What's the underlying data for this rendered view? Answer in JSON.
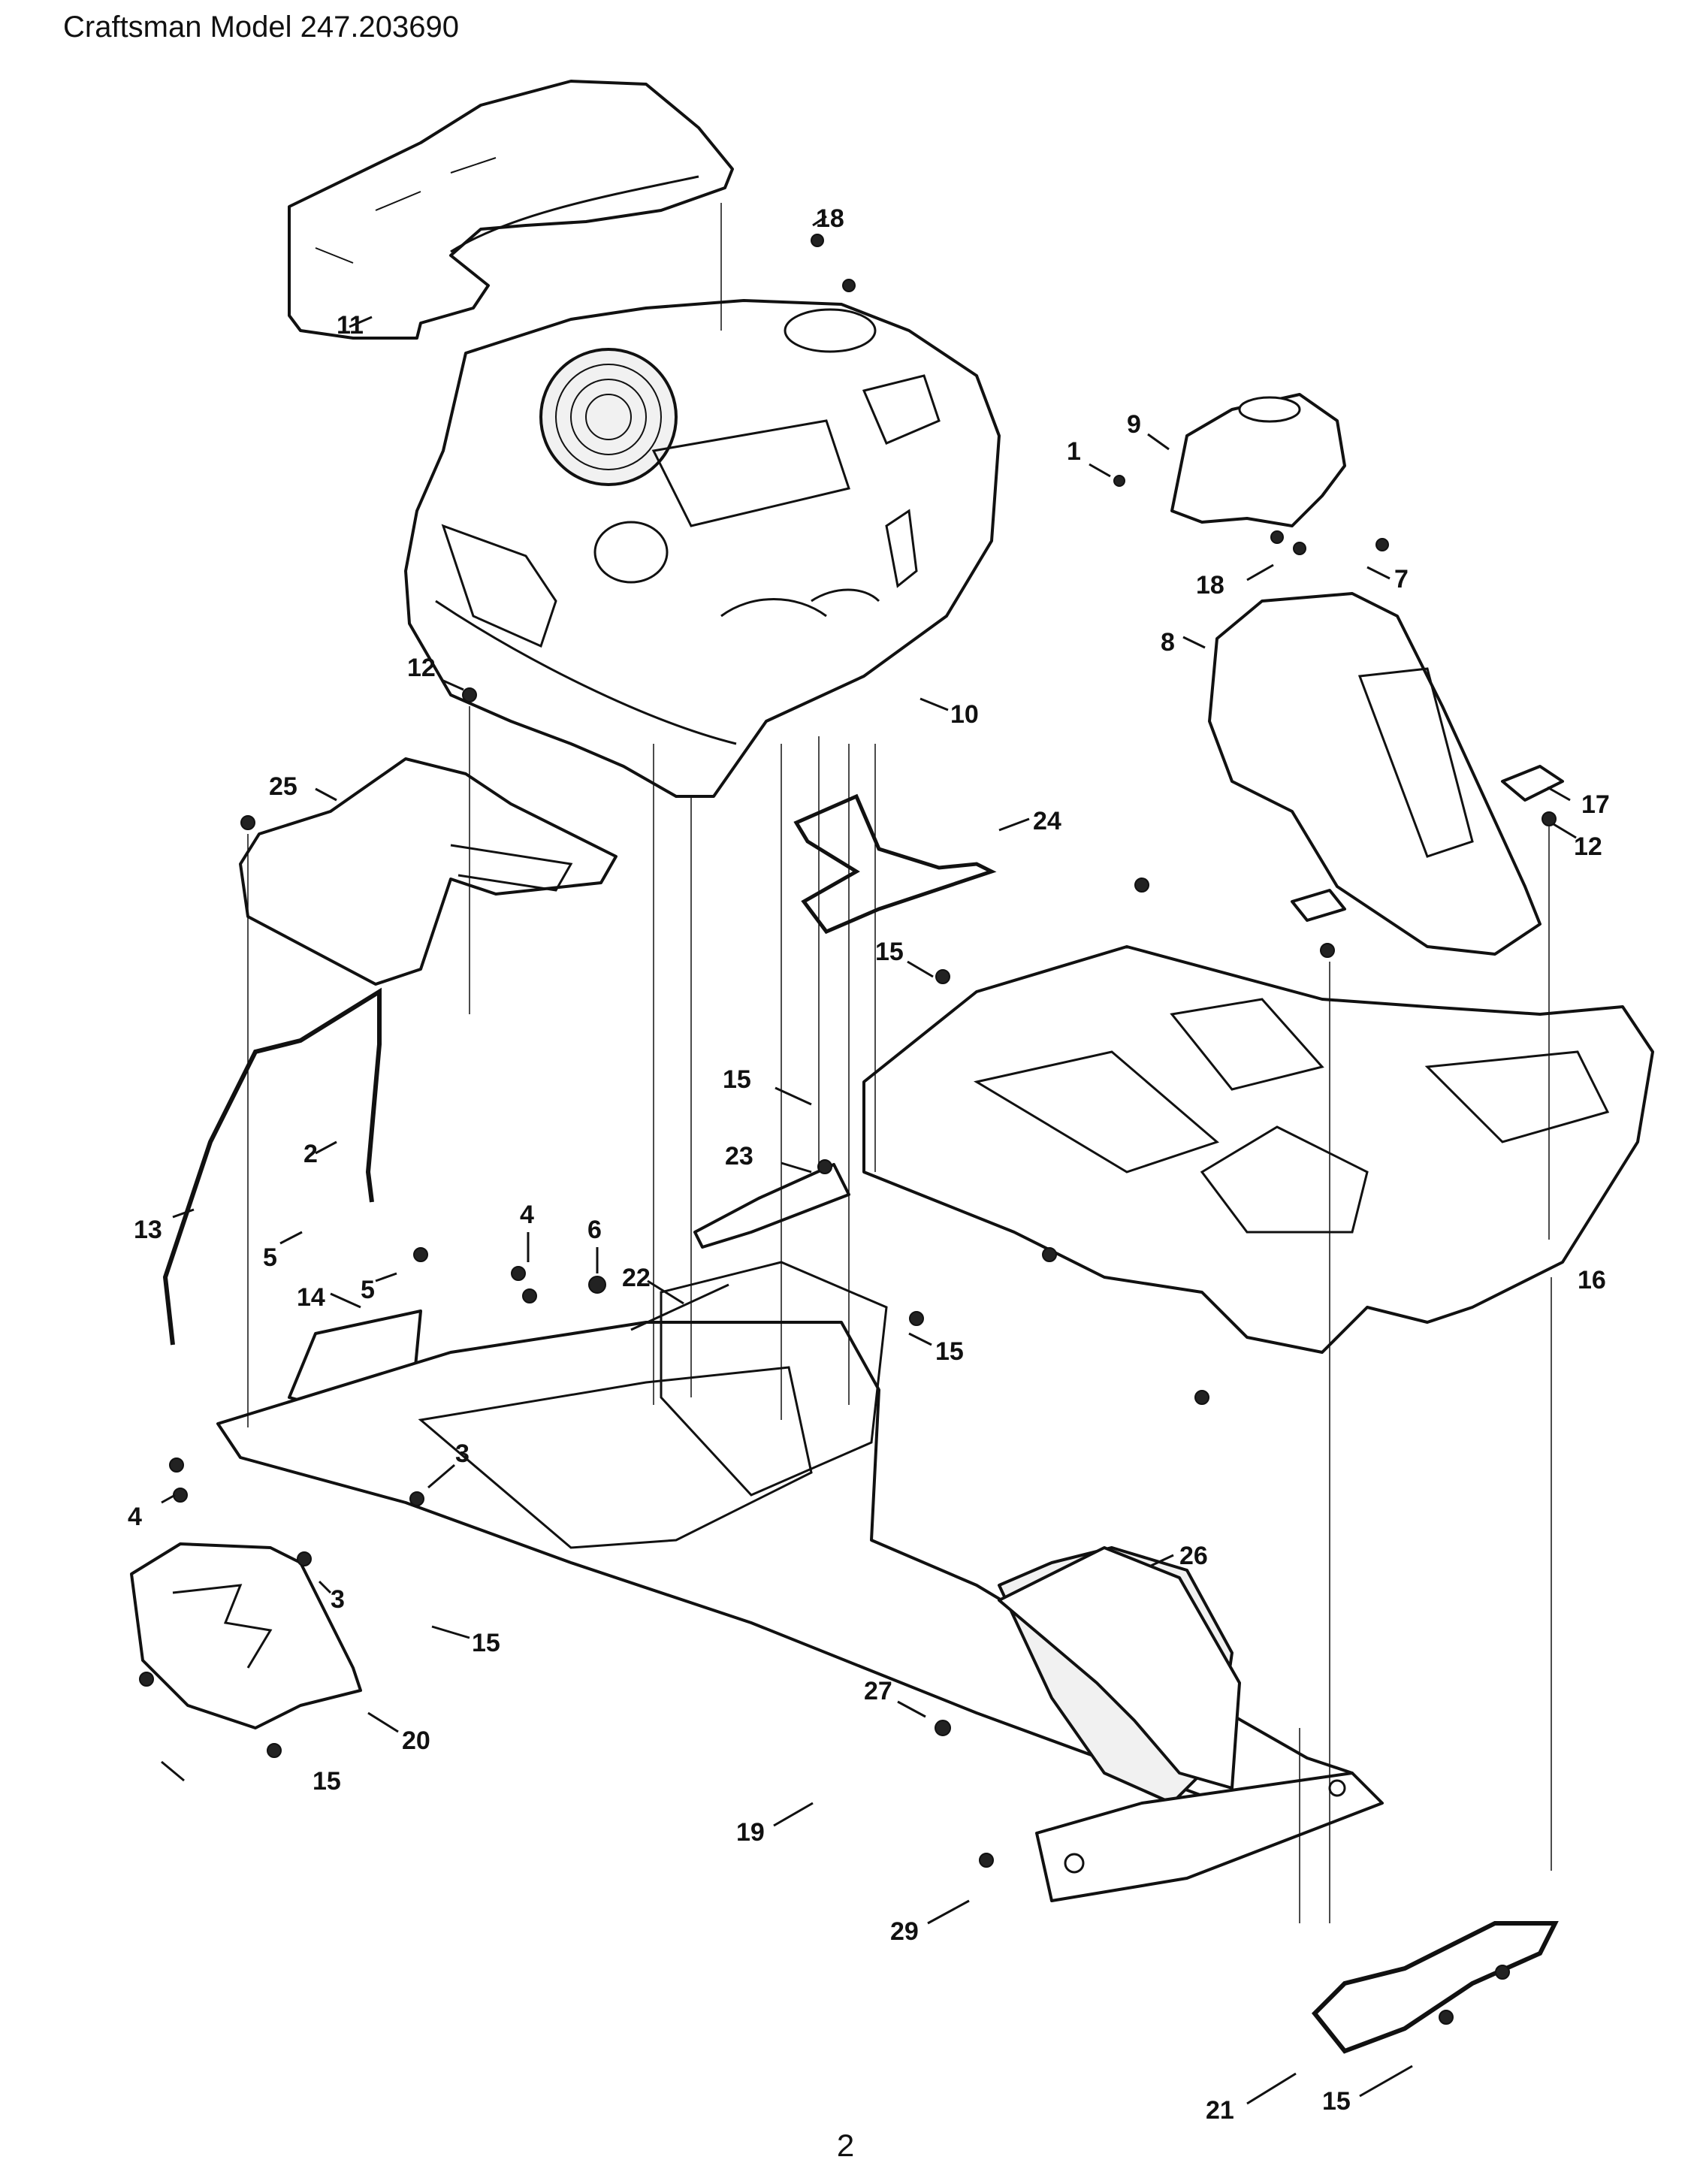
{
  "header": {
    "title": "Craftsman Model 247.203690"
  },
  "footer": {
    "page_number": "2"
  },
  "callouts": [
    "1",
    "2",
    "3",
    "3",
    "4",
    "4",
    "5",
    "5",
    "6",
    "7",
    "8",
    "9",
    "10",
    "11",
    "12",
    "12",
    "13",
    "14",
    "15",
    "15",
    "15",
    "15",
    "15",
    "15",
    "16",
    "17",
    "18",
    "18",
    "19",
    "20",
    "21",
    "22",
    "23",
    "24",
    "25",
    "26",
    "27",
    "29"
  ]
}
